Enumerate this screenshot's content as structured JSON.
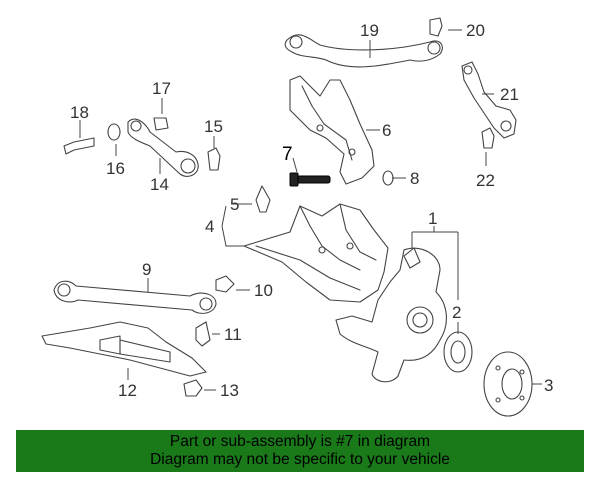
{
  "colors": {
    "banner_background": "#1a7a1a",
    "line_art": "#444444",
    "highlight": "#000000"
  },
  "callouts": [
    "1",
    "2",
    "3",
    "4",
    "5",
    "6",
    "7",
    "8",
    "9",
    "10",
    "11",
    "12",
    "13",
    "14",
    "15",
    "16",
    "17",
    "18",
    "19",
    "20",
    "21",
    "22"
  ],
  "highlighted_callout": "7",
  "banner": {
    "line1": "Part or sub-assembly is #7 in diagram",
    "line2": "Diagram may not be specific to your vehicle"
  }
}
